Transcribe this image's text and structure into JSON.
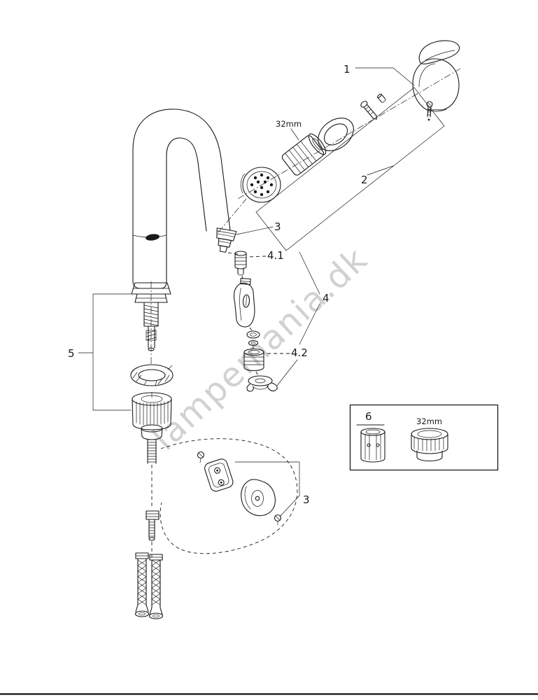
{
  "page": {
    "background": "#ffffff",
    "line_color": "#1a1a1a",
    "watermark_color": "#c6c6c6"
  },
  "watermark": {
    "text": "lampemania.dk"
  },
  "callouts": {
    "item1": "1",
    "item2": "2",
    "item3_hose": "3",
    "item3_holder": "3",
    "item4": "4",
    "item4_1": "4.1",
    "item4_2": "4.2",
    "item5": "5",
    "item6": "6"
  },
  "labels": {
    "spray_head_size": "32mm",
    "box_ring_size": "32mm"
  }
}
